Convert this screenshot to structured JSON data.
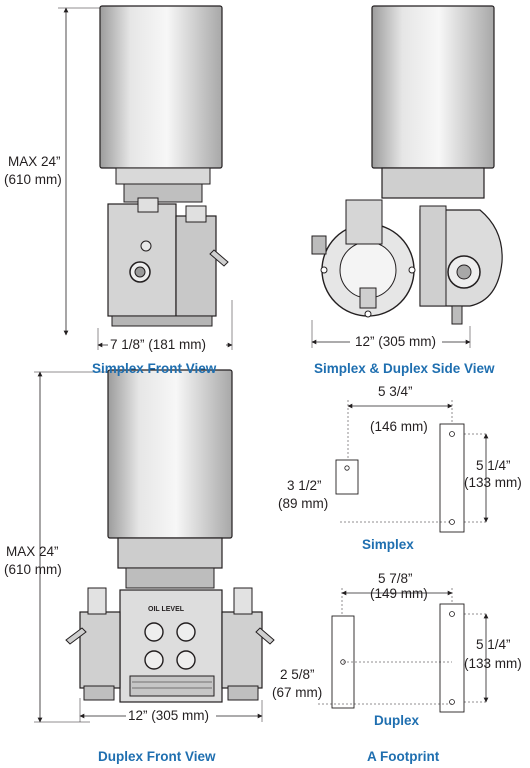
{
  "simplex_front": {
    "height_label_1": "MAX 24”",
    "height_label_2": "(610 mm)",
    "width_label": "7 1/8” (181 mm)",
    "caption": "Simplex Front View"
  },
  "side_view": {
    "width_label": "12” (305 mm)",
    "caption": "Simplex & Duplex Side View"
  },
  "duplex_front": {
    "height_label_1": "MAX 24”",
    "height_label_2": "(610 mm)",
    "width_label": "12” (305 mm)",
    "oil_level_label": "OIL LEVEL",
    "caption": "Duplex Front View"
  },
  "footprint_simplex": {
    "width_label_1": "5 3/4”",
    "width_label_2": "(146 mm)",
    "depth_label_1": "5 1/4”",
    "depth_label_2": "(133 mm)",
    "offset_label_1": "3 1/2”",
    "offset_label_2": "(89 mm)",
    "caption": "Simplex"
  },
  "footprint_duplex": {
    "width_label_1": "5 7/8”",
    "width_label_2": "(149 mm)",
    "depth_label_1": "5 1/4”",
    "depth_label_2": "(133 mm)",
    "offset_label_1": "2 5/8”",
    "offset_label_2": "(67 mm)",
    "caption": "Duplex"
  },
  "footprint_caption": "A Footprint",
  "colors": {
    "caption": "#1f6fb0",
    "line": "#231f20",
    "motor_top": "#f2f2f2",
    "motor_bottom": "#b9b9b9"
  }
}
